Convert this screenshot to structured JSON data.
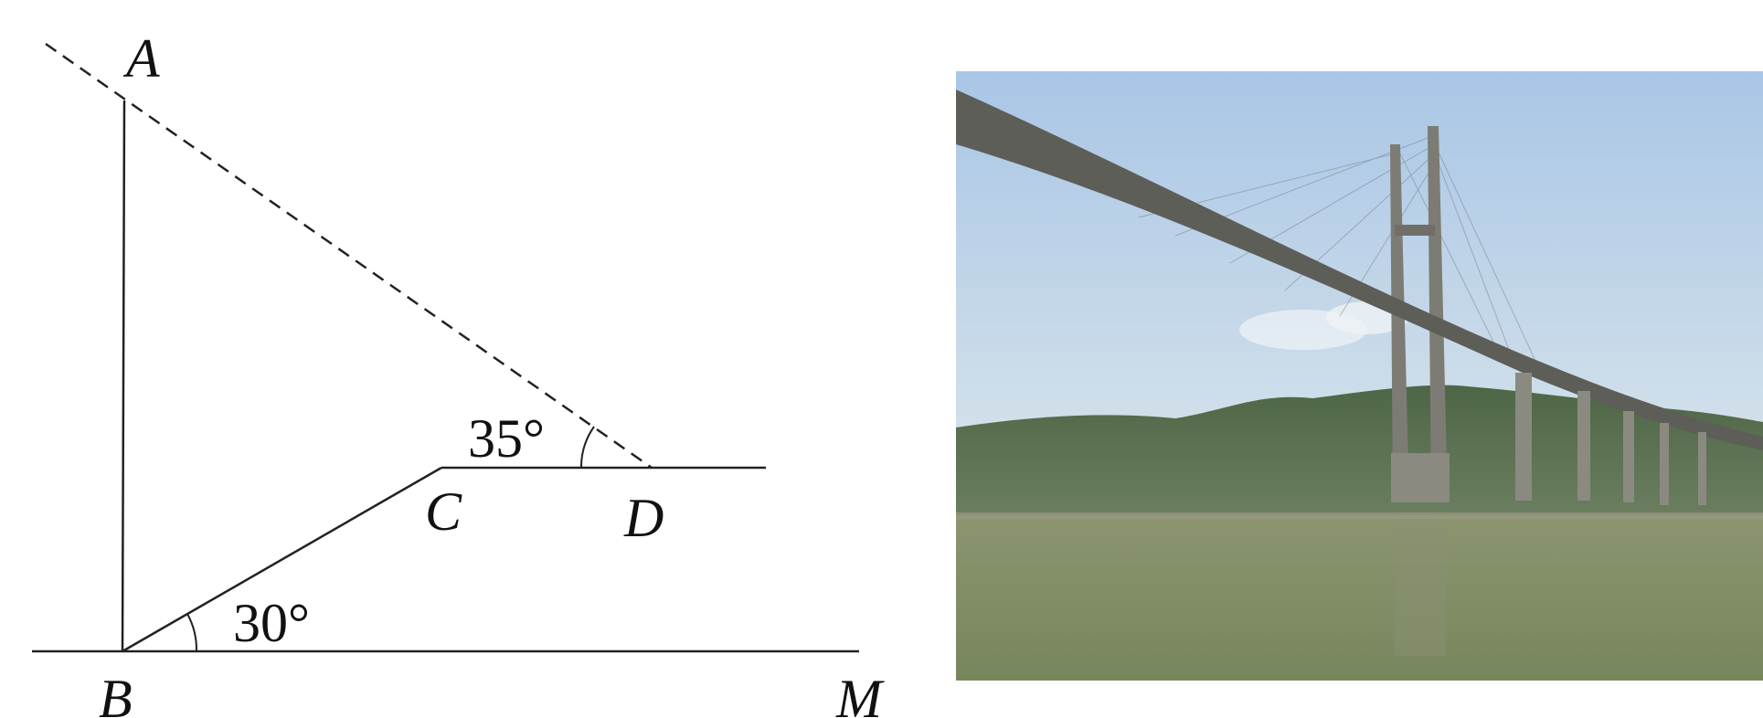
{
  "diagram": {
    "points": {
      "A": "A",
      "B": "B",
      "C": "C",
      "D": "D",
      "M": "M"
    },
    "angles": {
      "at_B": "30°",
      "at_D": "35°"
    }
  },
  "photo": {
    "icon": "cable-stayed-bridge-photo",
    "colors": {
      "sky": "#b6cfe6",
      "hill": "#5a7150",
      "water": "#7f8c62",
      "deck": "#5e5e58",
      "tower": "#7c7c74"
    }
  }
}
